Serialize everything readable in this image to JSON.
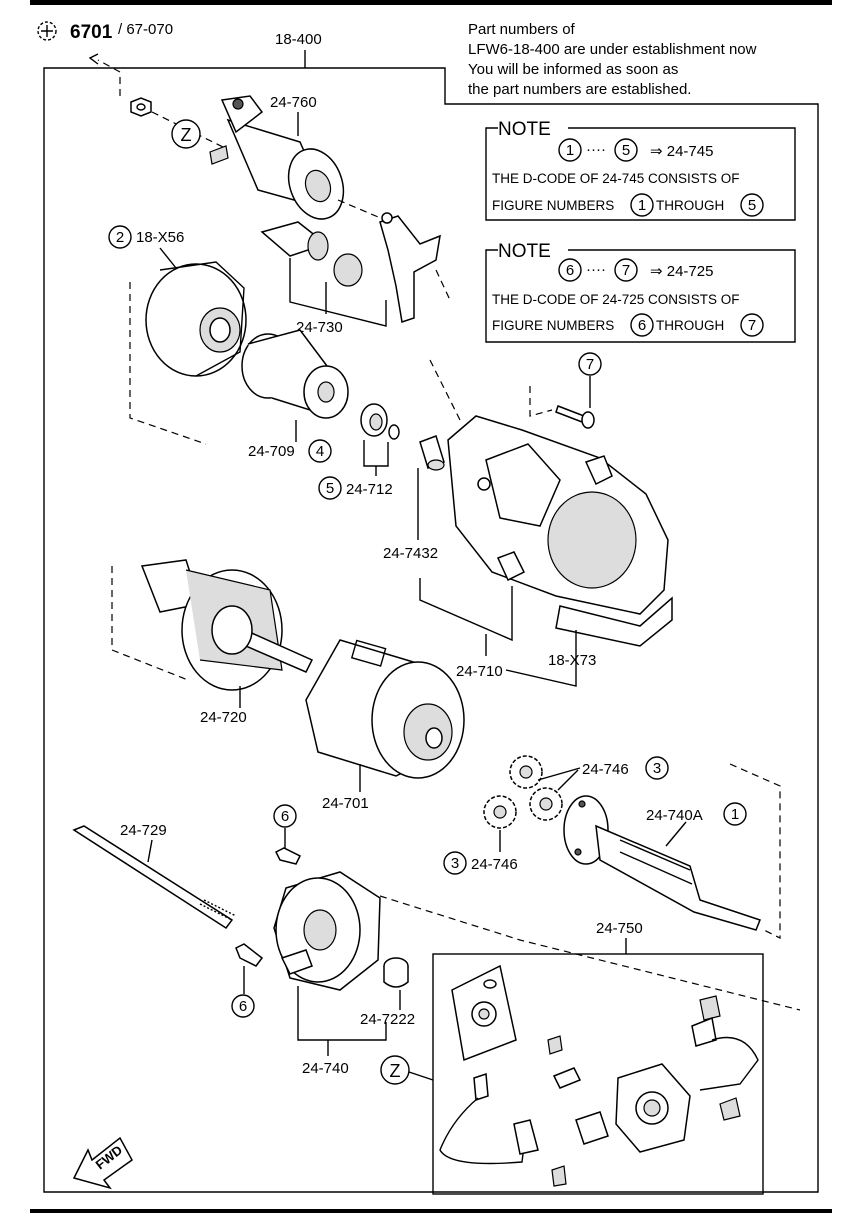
{
  "header": {
    "ref_number": "6701",
    "ref_sub": "/ 67-070",
    "assembly_label": "18-400"
  },
  "info_text": [
    "Part numbers of",
    "LFW6-18-400 are under establishment now",
    "You will be informed as soon as",
    "the part numbers are established."
  ],
  "notes": [
    {
      "title": "NOTE",
      "range_from": "1",
      "range_to": "5",
      "arrow_target": "⇒ 24-745",
      "line1": "THE D-CODE OF  24-745  CONSISTS OF",
      "line2_prefix": "FIGURE NUMBERS",
      "line2_mid": "THROUGH"
    },
    {
      "title": "NOTE",
      "range_from": "6",
      "range_to": "7",
      "arrow_target": "⇒ 24-725",
      "line1": "THE D-CODE OF  24-725  CONSISTS OF",
      "line2_prefix": "FIGURE NUMBERS",
      "line2_mid": "THROUGH"
    }
  ],
  "labels": {
    "p24_760": "24-760",
    "z_top": "Z",
    "p18_x56": "18-X56",
    "fig2": "2",
    "p24_730": "24-730",
    "p24_709": "24-709",
    "fig4": "4",
    "fig5": "5",
    "p24_712": "24-712",
    "fig7": "7",
    "p24_7432": "24-7432",
    "p24_710": "24-710",
    "p18_x73": "18-X73",
    "p24_720": "24-720",
    "p24_701": "24-701",
    "p24_746_top": "24-746",
    "fig3_top": "3",
    "p24_740a": "24-740A",
    "fig1": "1",
    "fig3_bottom": "3",
    "p24_746_bottom": "24-746",
    "p24_729": "24-729",
    "fig6_top": "6",
    "fig6_bottom": "6",
    "p24_750": "24-750",
    "p24_7222": "24-7222",
    "p24_740": "24-740",
    "z_bottom": "Z",
    "fwd": "FWD"
  }
}
